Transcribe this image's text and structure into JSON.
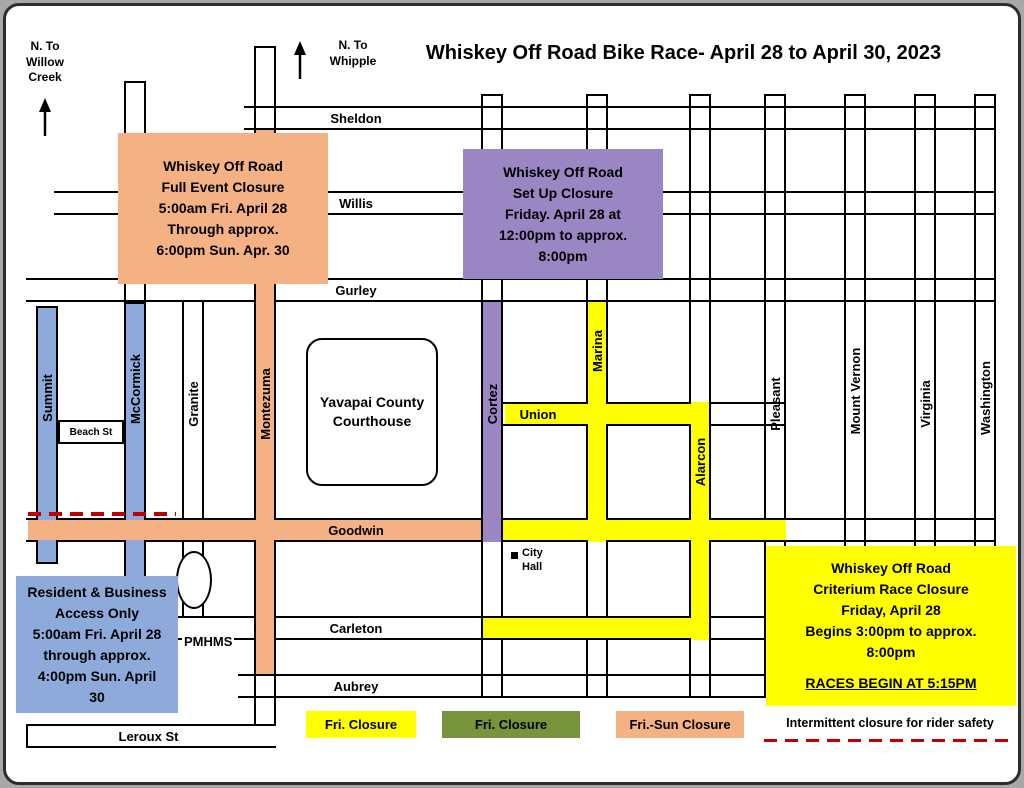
{
  "title": "Whiskey Off Road Bike Race- April 28 to April 30, 2023",
  "compass": {
    "willow_creek_label": "N. To\nWillow\nCreek",
    "whipple_label": "N. To\nWhipple"
  },
  "streets": {
    "horizontal": [
      {
        "name": "Sheldon",
        "highlight": "none"
      },
      {
        "name": "Willis",
        "highlight": "none"
      },
      {
        "name": "Gurley",
        "highlight": "none"
      },
      {
        "name": "Union",
        "highlight": "#FFFF00"
      },
      {
        "name": "Goodwin",
        "highlight_west": "#F4B183",
        "highlight_east": "#FFFF00"
      },
      {
        "name": "Carleton",
        "highlight": "#FFFF00"
      },
      {
        "name": "Aubrey",
        "highlight": "none"
      },
      {
        "name": "Leroux St",
        "highlight": "none"
      }
    ],
    "vertical": [
      {
        "name": "Summit",
        "highlight": "#8EAADB"
      },
      {
        "name": "McCormick",
        "highlight": "#8EAADB"
      },
      {
        "name": "Granite",
        "highlight": "none"
      },
      {
        "name": "Montezuma",
        "highlight": "#F4B183"
      },
      {
        "name": "Cortez",
        "highlight": "#9A86C2"
      },
      {
        "name": "Marina",
        "highlight": "#FFFF00"
      },
      {
        "name": "Alarcon",
        "highlight": "#FFFF00"
      },
      {
        "name": "Pleasant",
        "highlight": "none"
      },
      {
        "name": "Mount Vernon",
        "highlight": "none"
      },
      {
        "name": "Virginia",
        "highlight": "none"
      },
      {
        "name": "Washington",
        "highlight": "none"
      }
    ]
  },
  "landmarks": {
    "courthouse": "Yavapai County\nCourthouse",
    "city_hall": "City\nHall",
    "beach_st": "Beach St",
    "pmhms": "PMHMS"
  },
  "callouts": {
    "full_event": {
      "text": "Whiskey Off Road\nFull Event Closure\n5:00am Fri. April 28\nThrough approx.\n6:00pm Sun. Apr. 30",
      "color": "#F4B183"
    },
    "setup": {
      "text": "Whiskey Off Road\nSet Up Closure\nFriday. April 28 at\n12:00pm to approx.\n8:00pm",
      "color": "#9A86C2"
    },
    "resident": {
      "text": "Resident & Business\nAccess Only\n5:00am Fri. April 28\nthrough approx.\n4:00pm Sun. April\n30",
      "color": "#8EAADB"
    },
    "criterium": {
      "text": "Whiskey Off Road\nCriterium Race Closure\nFriday, April 28\nBegins 3:00pm to approx.\n8:00pm",
      "races_line": "RACES BEGIN AT 5:15PM",
      "color": "#FFFF00"
    }
  },
  "legend": {
    "fri_yellow": {
      "label": "Fri. Closure",
      "color": "#FFFF00"
    },
    "fri_green": {
      "label": "Fri. Closure",
      "color": "#77933C"
    },
    "fri_sun_orange": {
      "label": "Fri.-Sun Closure",
      "color": "#F4B183"
    },
    "intermittent": {
      "label": "Intermittent closure for rider safety",
      "color": "#C00000"
    }
  },
  "colors": {
    "yellow": "#FFFF00",
    "orange": "#F4B183",
    "purple": "#9A86C2",
    "blue": "#8EAADB",
    "green": "#77933C",
    "red_dash": "#C00000",
    "line": "#000000"
  }
}
